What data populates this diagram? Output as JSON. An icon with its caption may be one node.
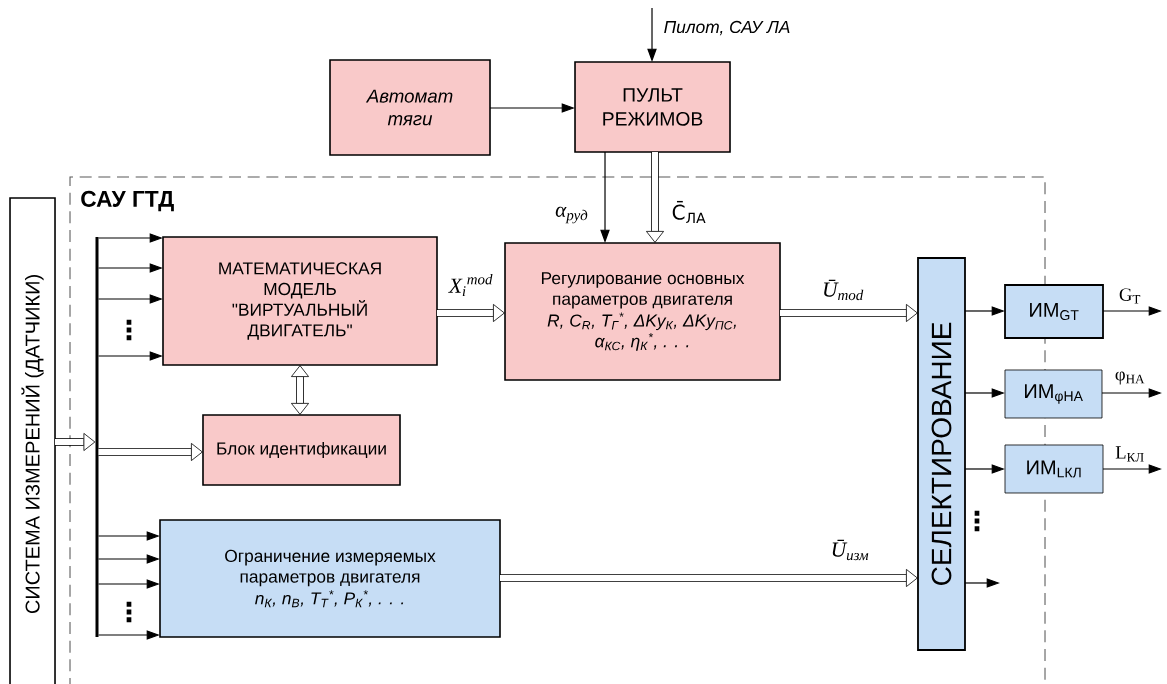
{
  "diagram": {
    "nodes": [
      {
        "text": [
          "Автомат тяги"
        ]
      },
      {
        "text": [
          "ПУЛЬТ РЕЖИМОВ"
        ]
      },
      {
        "text": [
          "САУ ГТД"
        ]
      },
      {
        "text": [
          "СИСТЕМА ИЗМЕРЕНИЙ (ДАТЧИКИ)"
        ]
      },
      {
        "text": [
          "МАТЕМАТИЧЕСКАЯ МОДЕЛЬ \"ВИРТУАЛЬНЫЙ ДВИГАТЕЛЬ\""
        ],
        "in": 2
      },
      {
        "text": [
          "Регулирование основных параметров двигателя",
          "R, C$_{R}$, T$_{Г}$$^{*}$, ΔKy$_{К}$, ΔKy$_{ПС}$, α$_{КС}$, η$_{К}$$^{*}$, . . ."
        ],
        "in": 2
      },
      {
        "text": [
          "Блок идентификации"
        ],
        "in": 2
      },
      {
        "text": [
          "Ограничение измеряемых параметров двигателя",
          "n$_{К}$, n$_{В}$, T$_{Т}$$^{*}$, P$_{К}$$^{*}$, . . ."
        ],
        "in": 2
      },
      {
        "text": [
          "СЕЛЕКТИРОВАНИЕ"
        ],
        "in": 2
      },
      {
        "text": [
          "ИМ$_{GТ}$"
        ]
      },
      {
        "text": [
          "ИМ$_{φНА}$"
        ]
      },
      {
        "text": [
          "ИМ$_{LКЛ}$"
        ]
      },
      {
        "text": [],
        "shape": "bar",
        "in": 2
      }
    ],
    "edges": [
      {
        "from": null,
        "to": 1,
        "arrow": "to",
        "label": "Пилот, САУ ЛА"
      },
      {
        "from": 0,
        "to": 1,
        "arrow": "to"
      },
      {
        "from": 1,
        "to": 5,
        "arrow": "to",
        "label": "α$_{руд}$"
      },
      {
        "from": 1,
        "to": 5,
        "arrow": "to",
        "label": "C̄$_{ЛА}$",
        "style": "thick"
      },
      {
        "from": 3,
        "to": 12,
        "arrow": "to",
        "style": "thick"
      },
      {
        "from": 12,
        "to": 4,
        "arrow": "to"
      },
      {
        "from": 12,
        "to": 4,
        "arrow": "to"
      },
      {
        "from": 12,
        "to": 4,
        "arrow": "to"
      },
      {
        "from": 12,
        "to": 4,
        "arrow": "to"
      },
      {
        "from": 12,
        "to": 6,
        "arrow": "to",
        "style": "thick"
      },
      {
        "from": 12,
        "to": 7,
        "arrow": "to"
      },
      {
        "from": 12,
        "to": 7,
        "arrow": "to"
      },
      {
        "from": 12,
        "to": 7,
        "arrow": "to"
      },
      {
        "from": 12,
        "to": 7,
        "arrow": "to"
      },
      {
        "from": 4,
        "to": 5,
        "arrow": "to",
        "label": "X$_{i}$$^{mod}$",
        "style": "thick"
      },
      {
        "from": 4,
        "to": 6,
        "arrow": "both",
        "style": "thick"
      },
      {
        "from": 5,
        "to": 8,
        "arrow": "to",
        "label": "Ū$_{mod}$",
        "style": "thick"
      },
      {
        "from": 7,
        "to": 8,
        "arrow": "to",
        "label": "Ū$_{изм}$",
        "style": "thick"
      },
      {
        "from": 8,
        "to": 9,
        "arrow": "to"
      },
      {
        "from": 8,
        "to": 10,
        "arrow": "to"
      },
      {
        "from": 8,
        "to": 11,
        "arrow": "to"
      },
      {
        "from": 8,
        "to": null,
        "arrow": "to"
      },
      {
        "from": 9,
        "to": null,
        "arrow": "to",
        "label": "G$_{Т}$"
      },
      {
        "from": 10,
        "to": null,
        "arrow": "to",
        "label": "φ$_{НА}$"
      },
      {
        "from": 11,
        "to": null,
        "arrow": "to",
        "label": "L$_{КЛ}$"
      }
    ],
    "labels": [
      "⋮",
      "⋮",
      "⋮"
    ]
  }
}
